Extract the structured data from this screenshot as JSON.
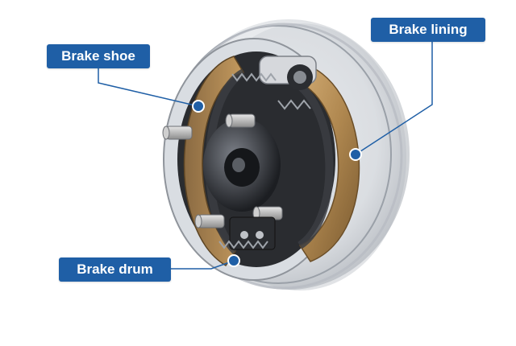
{
  "labels": {
    "brake_shoe": "Brake shoe",
    "brake_lining": "Brake lining",
    "brake_drum": "Brake drum"
  },
  "colors": {
    "label_background": "#1f5fa6",
    "label_text": "#ffffff",
    "leader_line": "#1f5fa6",
    "lining": "#b08850",
    "drum": "#c8ccd2"
  }
}
